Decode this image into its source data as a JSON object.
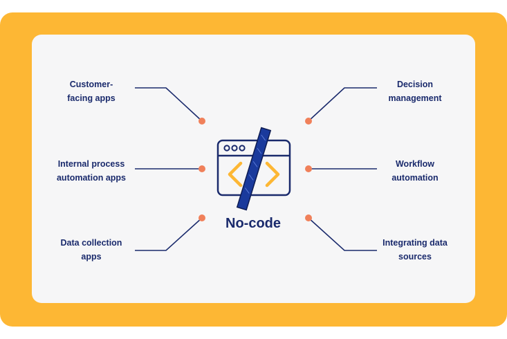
{
  "title": "No-code",
  "colors": {
    "frame": "#FDB734",
    "card": "#F6F6F7",
    "navy": "#1A2A6C",
    "accent_dot": "#F0805A",
    "code_symbol": "#FDB734"
  },
  "icon": "browser-window-code-slash-icon",
  "labels": {
    "left": [
      "Customer-\nfacing apps",
      "Internal process\nautomation apps",
      "Data collection\napps"
    ],
    "right": [
      "Decision\nmanagement",
      "Workflow\nautomation",
      "Integrating data\nsources"
    ]
  }
}
